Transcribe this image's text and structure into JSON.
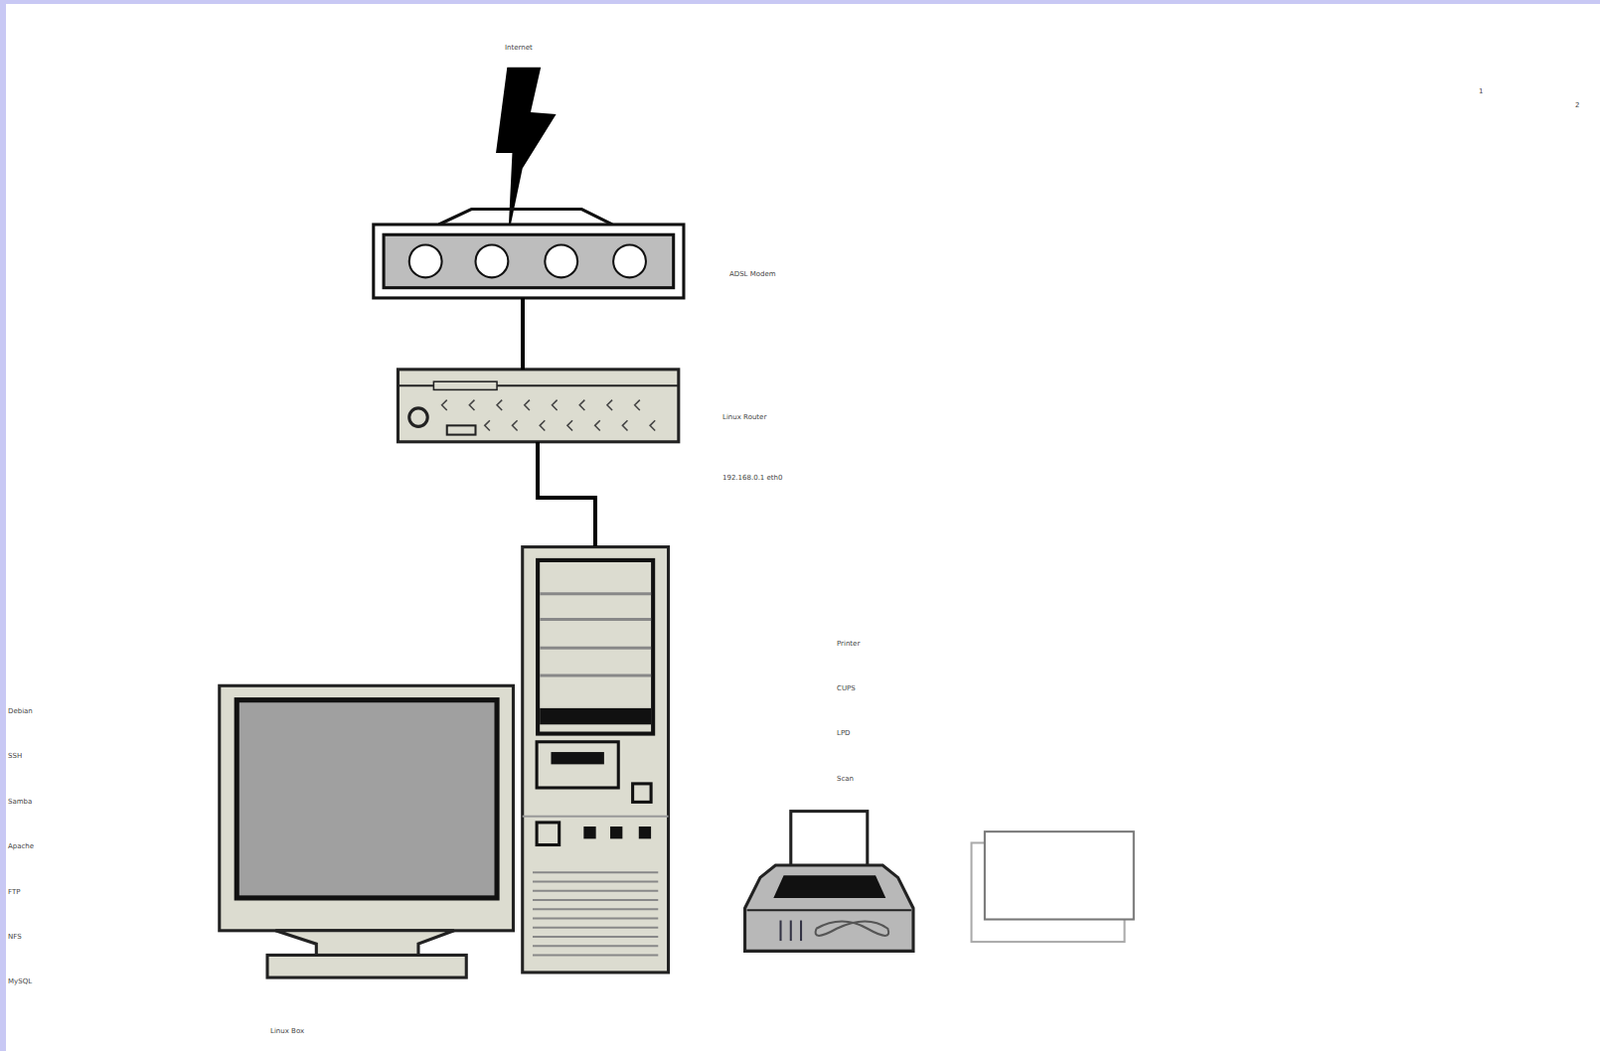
{
  "diagram": {
    "nodes": [
      {
        "text": [
          "ADSL Modem"
        ]
      },
      {
        "text": [
          "Linux Router"
        ]
      },
      {
        "text": [
          "Linux Box"
        ]
      }
    ],
    "edges": [
      {
        "from": 0,
        "to": 1,
        "arrow": "none"
      },
      {
        "from": 1,
        "to": 2,
        "arrow": "none"
      }
    ],
    "labels": [
      "Internet",
      "192.168.0.1 eth0",
      "Debian",
      "SSH",
      "Samba",
      "Apache",
      "FTP",
      "NFS",
      "MySQL",
      "Printer",
      "CUPS",
      "LPD",
      "Scan",
      "1",
      "2"
    ]
  }
}
